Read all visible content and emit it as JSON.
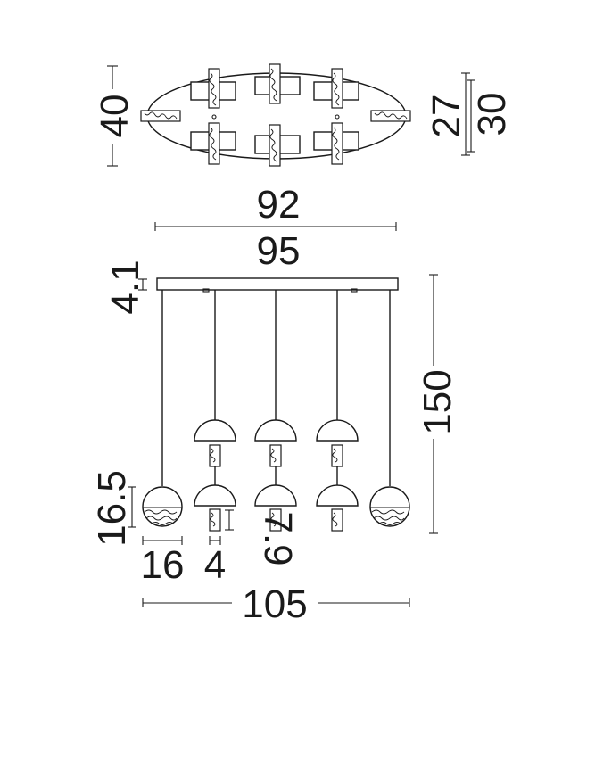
{
  "dimensions": {
    "top_height": "40",
    "top_inner_depth": "27",
    "top_outer_depth": "30",
    "canopy_inner_length": "92",
    "canopy_outer_length": "95",
    "canopy_height": "4.1",
    "drop_height": "150",
    "globe_height": "16.5",
    "globe_diameter": "16",
    "crystal_width": "4",
    "crystal_height": "7.9",
    "total_width": "105"
  }
}
